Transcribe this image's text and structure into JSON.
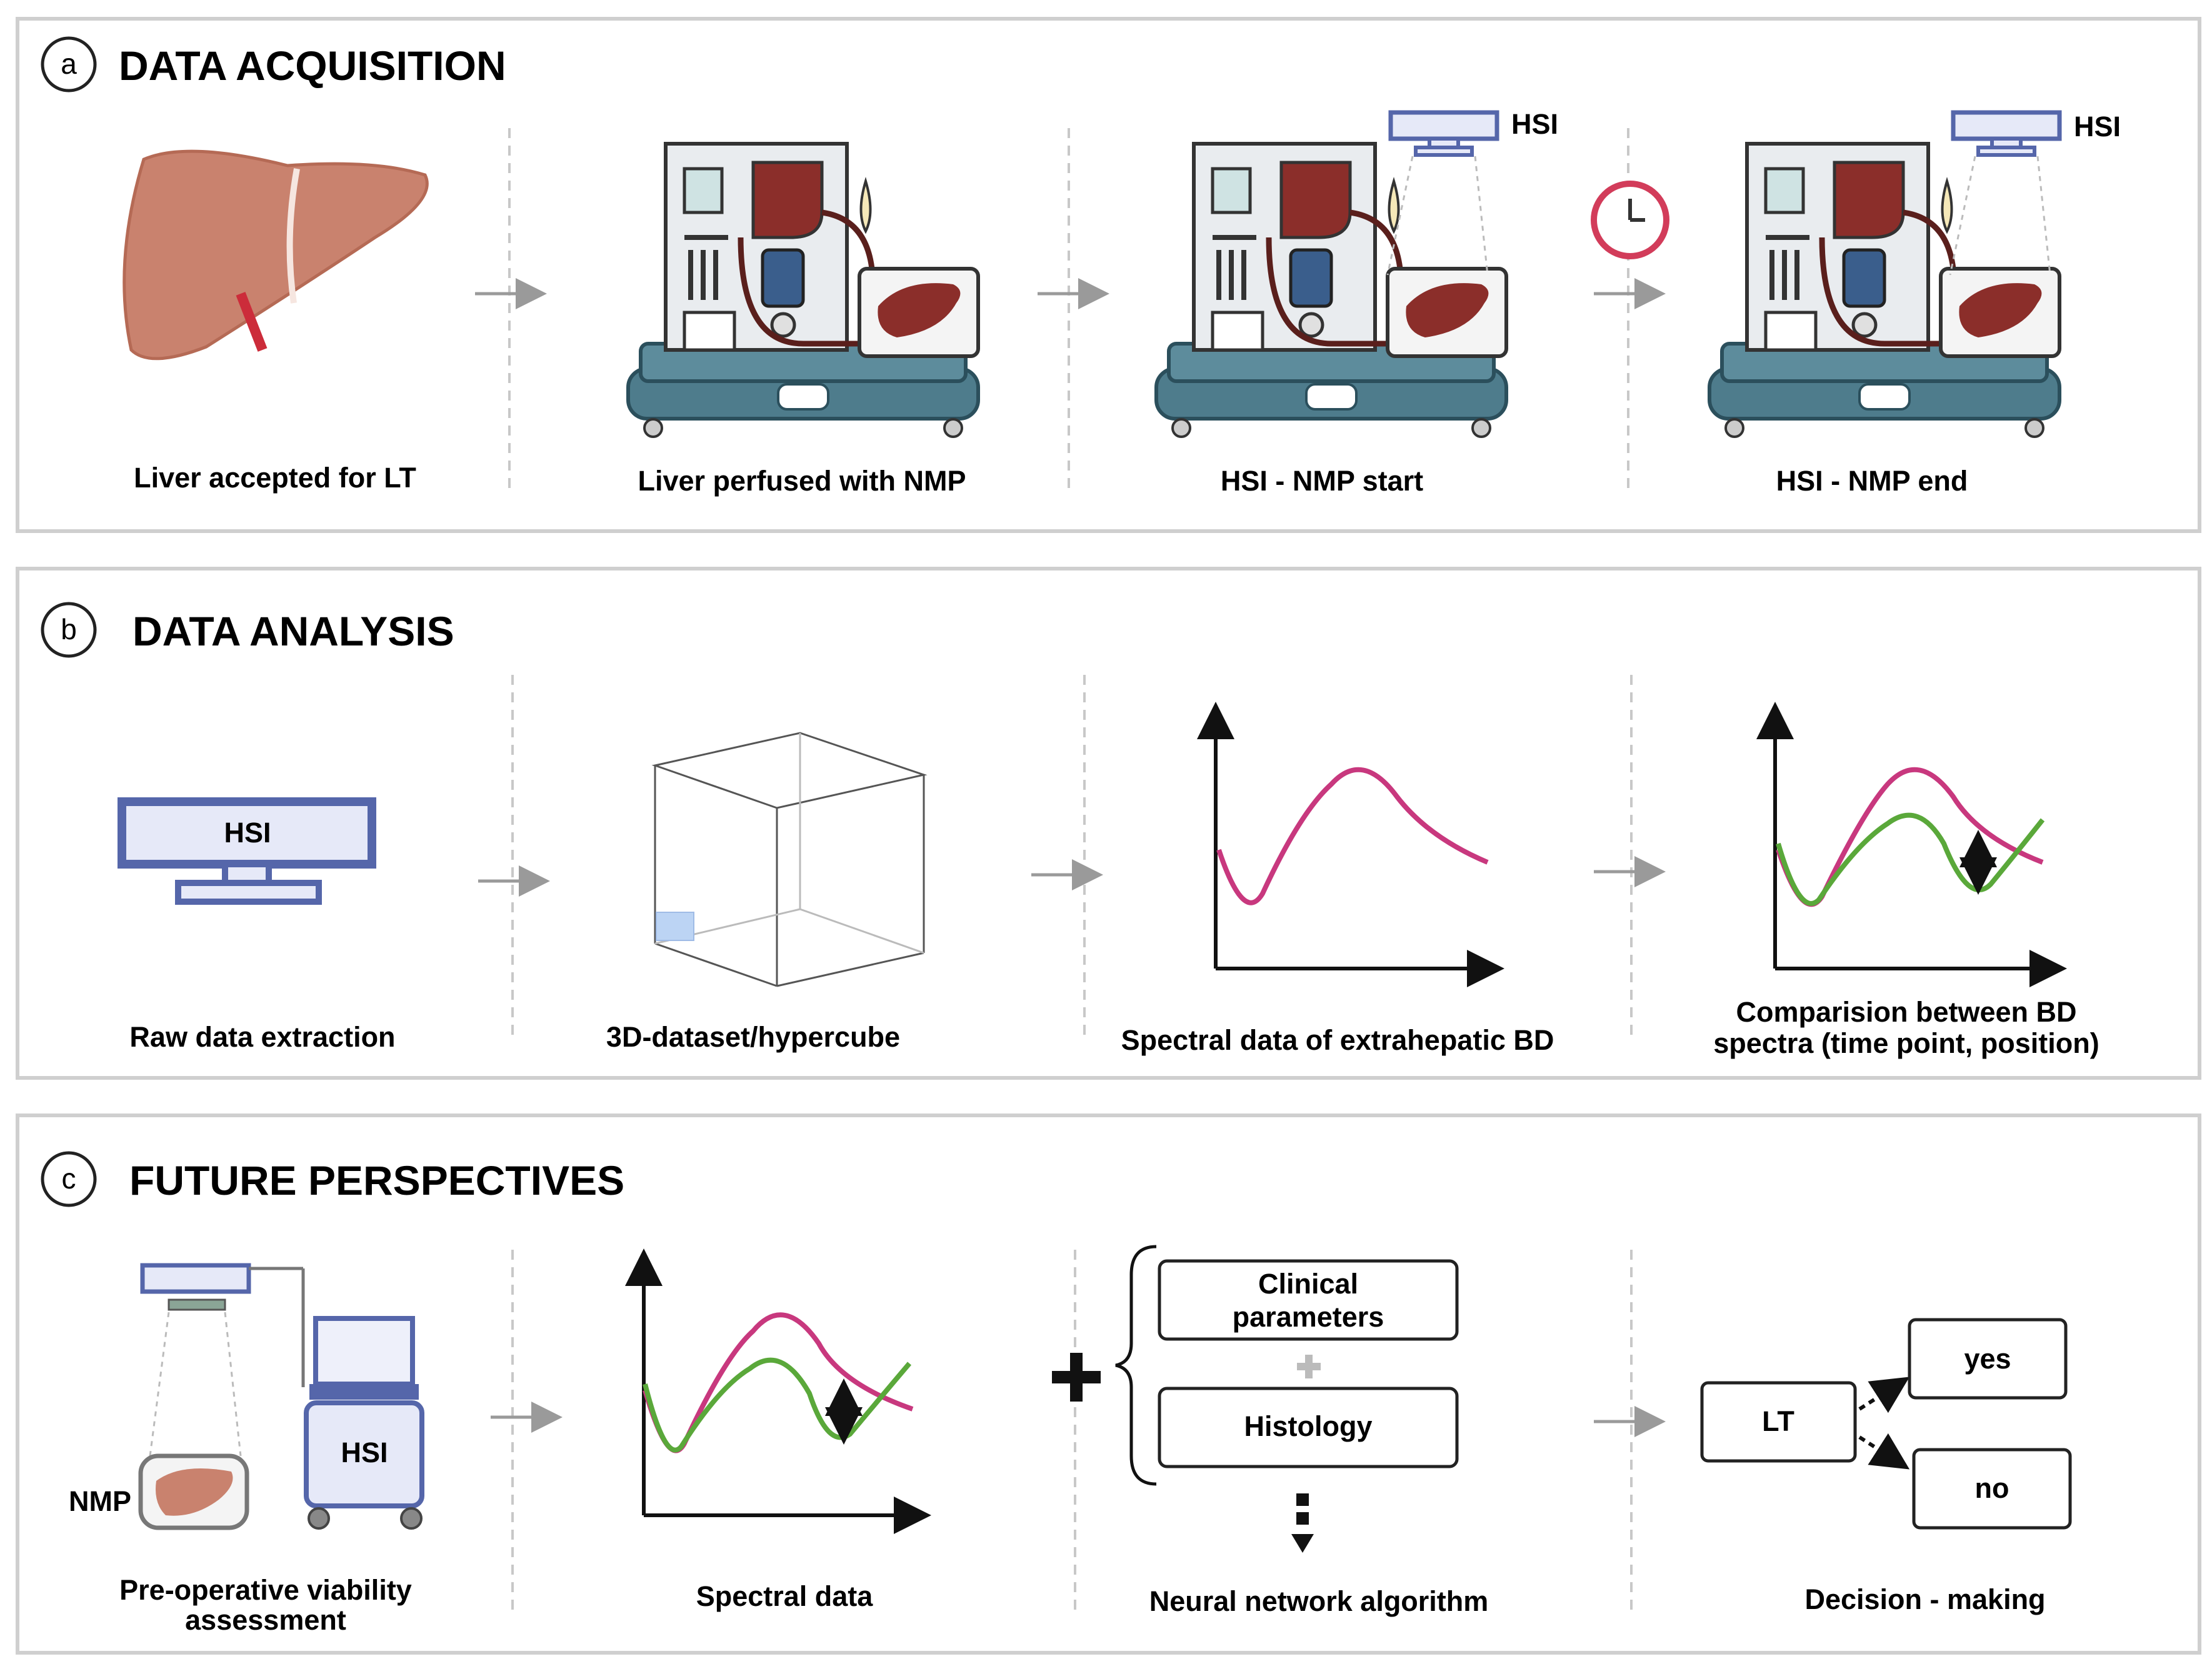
{
  "panels": {
    "a": {
      "letter": "a",
      "title": "DATA ACQUISITION",
      "steps": [
        {
          "caption": "Liver accepted for LT"
        },
        {
          "caption": "Liver perfused with NMP"
        },
        {
          "caption": "HSI - NMP start",
          "device_label": "HSI"
        },
        {
          "caption": "HSI - NMP end",
          "device_label": "HSI"
        }
      ]
    },
    "b": {
      "letter": "b",
      "title": "DATA ANALYSIS",
      "monitor_label": "HSI",
      "steps": [
        {
          "caption": "Raw data extraction"
        },
        {
          "caption": "3D-dataset/hypercube"
        },
        {
          "caption": "Spectral data of extrahepatic BD"
        },
        {
          "caption_line1": "Comparision between BD",
          "caption_line2": "spectra (time point, position)"
        }
      ]
    },
    "c": {
      "letter": "c",
      "title": "FUTURE PERSPECTIVES",
      "nmp_label": "NMP",
      "cart_label": "HSI",
      "steps": [
        {
          "caption_line1": "Pre-operative viability",
          "caption_line2": "assessment"
        },
        {
          "caption": "Spectral data"
        },
        {
          "caption": "Neural network algorithm"
        },
        {
          "caption": "Decision - making"
        }
      ],
      "boxes": {
        "clinical_line1": "Clinical",
        "clinical_line2": "parameters",
        "histology": "Histology",
        "lt": "LT",
        "yes": "yes",
        "no": "no"
      }
    }
  },
  "colors": {
    "magenta": "#c8387e",
    "green": "#5aa83a",
    "liver": "#c9826e",
    "liver_dark": "#8b3a2f",
    "device_teal": "#4e7c8c",
    "monitor_blue": "#5566aa",
    "clock_red": "#d23c5a",
    "panel_border": "#cfcfcf"
  }
}
